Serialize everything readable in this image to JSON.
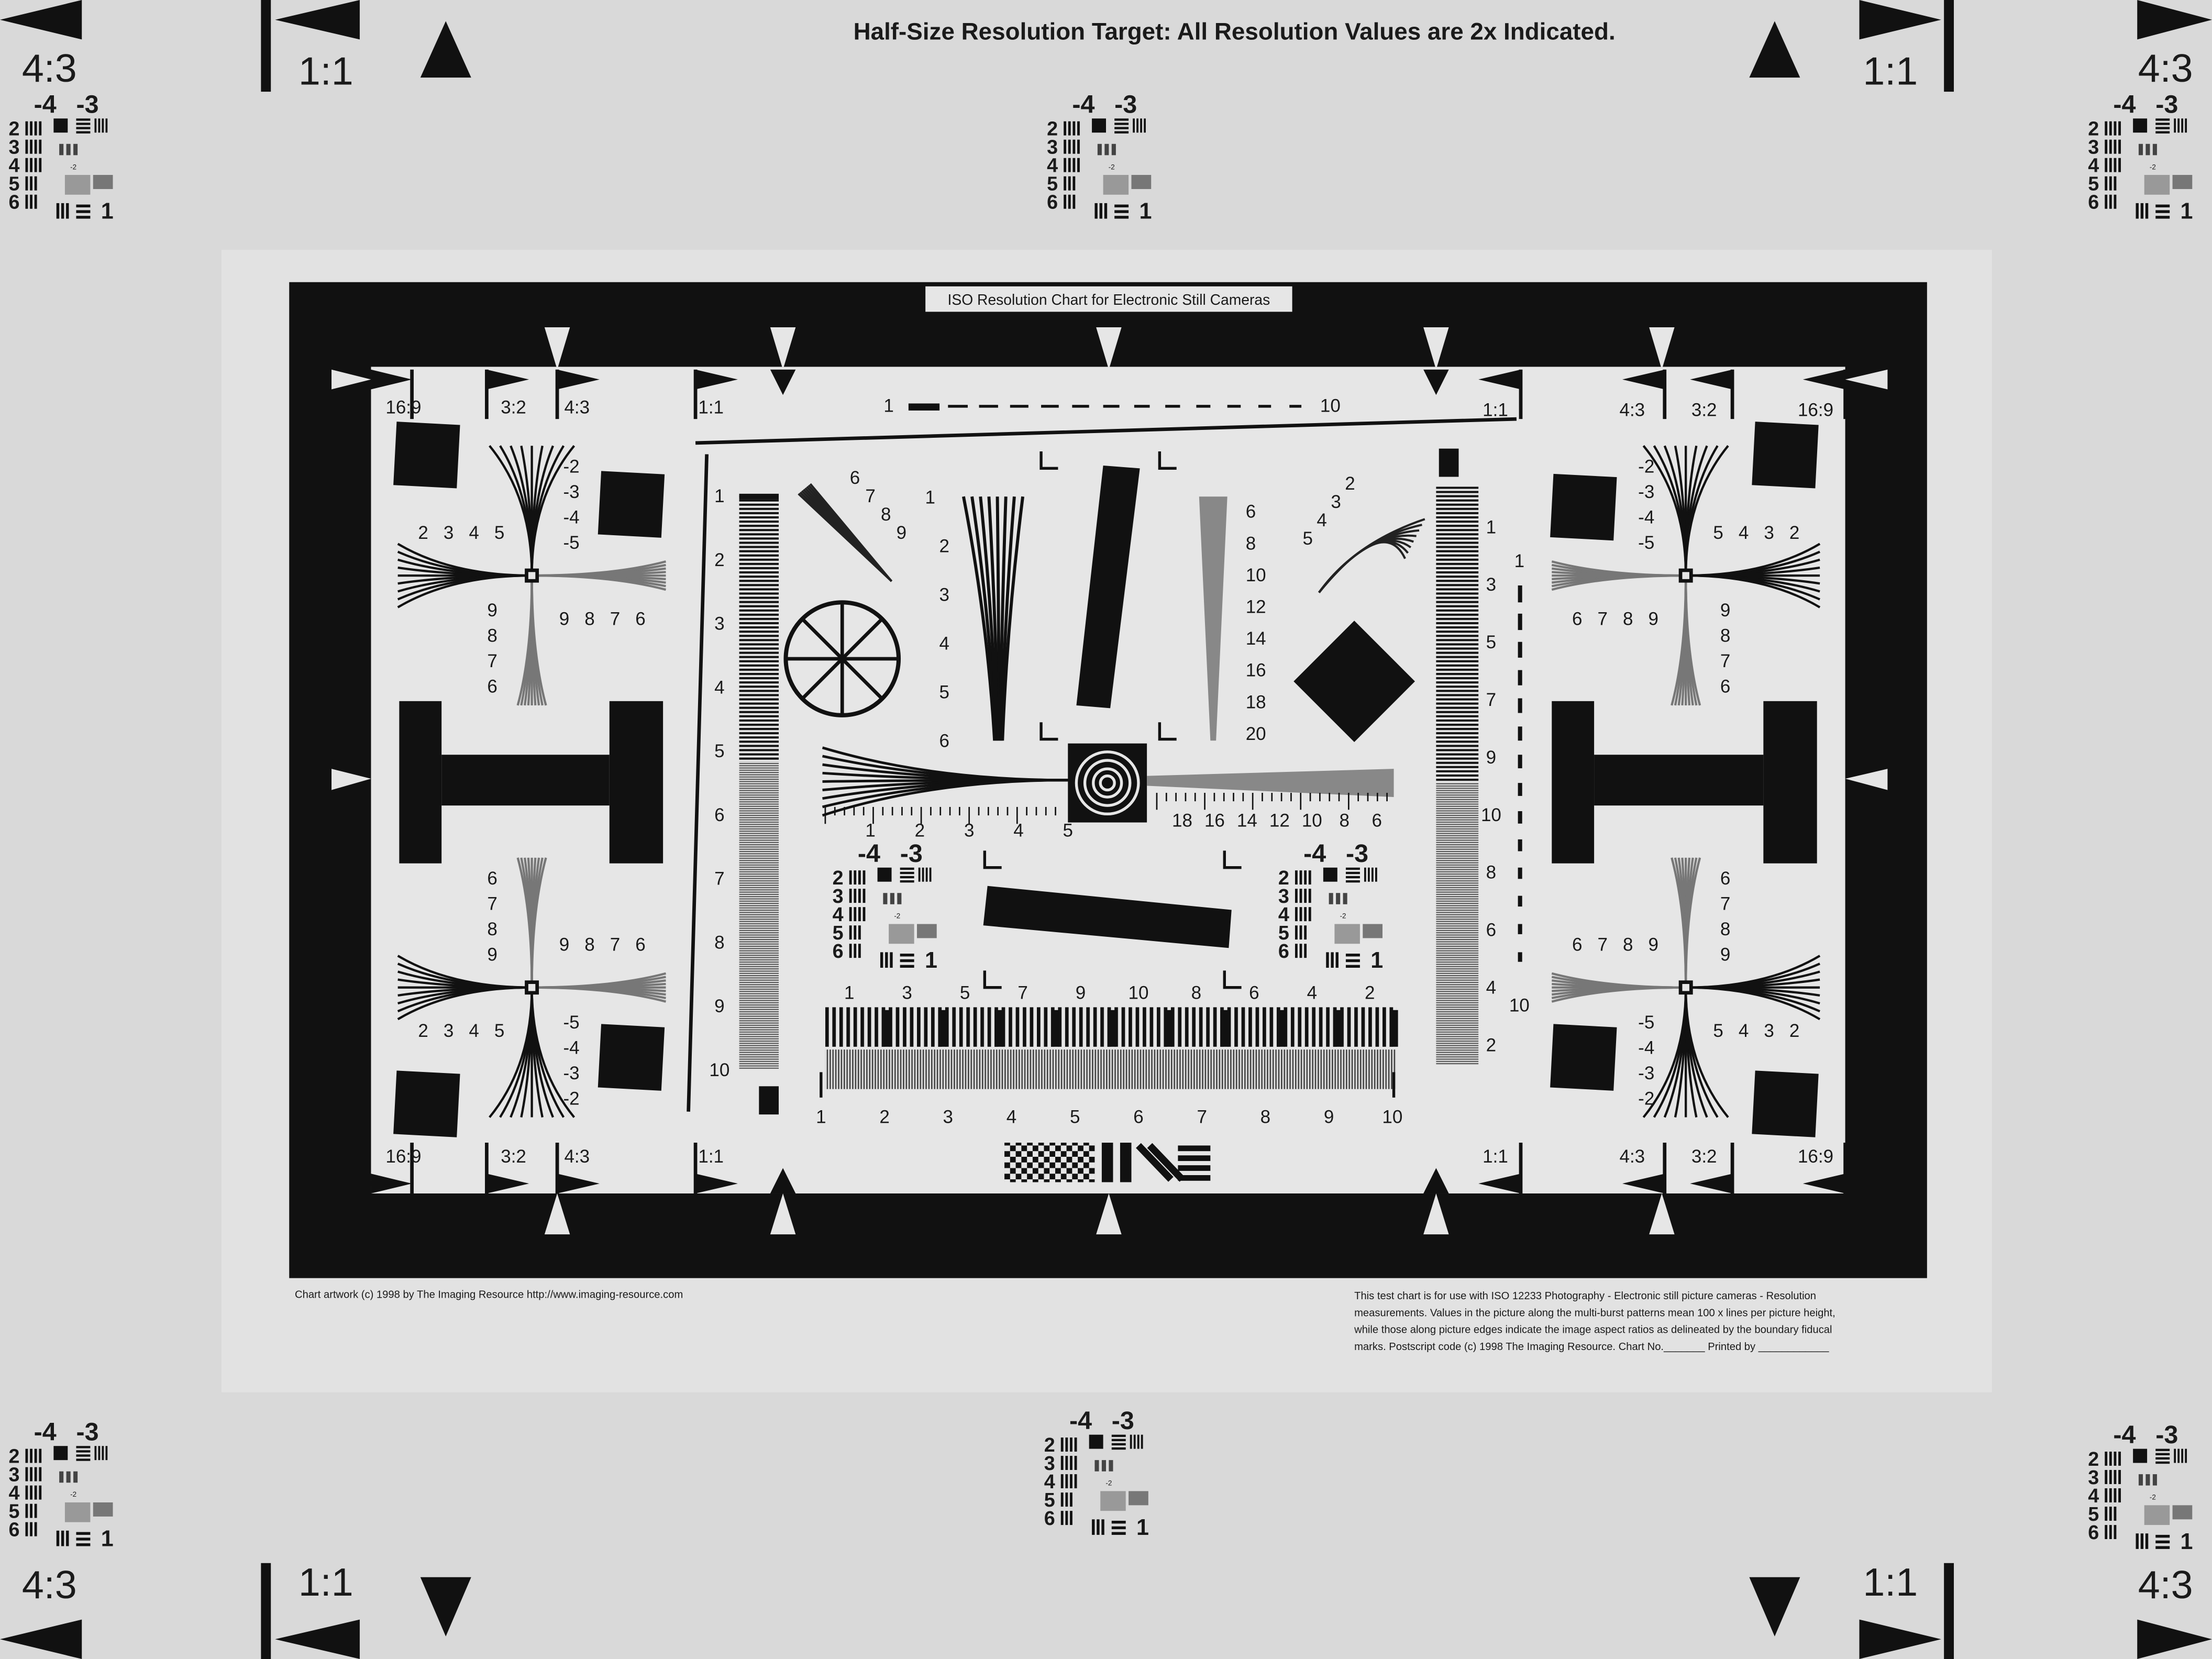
{
  "header": {
    "title": "Half-Size Resolution Target: All Resolution Values are 2x Indicated."
  },
  "corner_labels": {
    "aspect": "4:3",
    "square": "1:1"
  },
  "mini_target": {
    "top_left": "-4",
    "top_right": "-3",
    "rows": [
      "2",
      "3",
      "4",
      "5",
      "6"
    ],
    "bottom": "1",
    "small": "-2"
  },
  "chart": {
    "title": "ISO Resolution Chart for Electronic Still Cameras",
    "aspect_labels": [
      "16:9",
      "3:2",
      "4:3",
      "1:1"
    ],
    "top_scale": {
      "start": "1",
      "end": "10"
    },
    "left_scale": [
      "1",
      "2",
      "3",
      "4",
      "5",
      "6",
      "7",
      "8",
      "9",
      "10"
    ],
    "right_scale_inner": [
      "1",
      "3",
      "5",
      "7",
      "9",
      "10",
      "8",
      "6",
      "4",
      "2"
    ],
    "right_scale_outer": [
      "1",
      "10"
    ],
    "burst_top_labels": [
      "1",
      "3",
      "5",
      "7",
      "9",
      "10",
      "8",
      "6",
      "4",
      "2"
    ],
    "burst_bottom_labels": [
      "1",
      "2",
      "3",
      "4",
      "5",
      "6",
      "7",
      "8",
      "9",
      "10"
    ],
    "hyper_near": [
      "2",
      "3",
      "4",
      "5"
    ],
    "hyper_far": [
      "9",
      "8",
      "7",
      "6"
    ],
    "hyper_vert_near": [
      "-2",
      "-3",
      "-4",
      "-5"
    ],
    "hyper_vert_far": [
      "9",
      "8",
      "7",
      "6"
    ],
    "center_left_wedge": [
      "1",
      "2",
      "3",
      "4",
      "5",
      "6"
    ],
    "center_right_wedge": [
      "6",
      "8",
      "10",
      "12",
      "14",
      "16",
      "18",
      "20"
    ],
    "fan_left": [
      "6",
      "7",
      "8",
      "9"
    ],
    "fan_right": [
      "2",
      "3",
      "4",
      "5"
    ],
    "horiz_wedge_left": [
      "1",
      "2",
      "3",
      "4",
      "5"
    ],
    "horiz_wedge_right": [
      "18",
      "16",
      "14",
      "12",
      "10",
      "8",
      "6"
    ]
  },
  "footer": {
    "left": "Chart artwork (c) 1998 by The Imaging Resource http://www.imaging-resource.com",
    "right_lines": [
      "This test chart is for use with ISO 12233 Photography - Electronic still picture cameras - Resolution",
      "measurements. Values in the picture along the multi-burst patterns mean 100 x lines per picture height,",
      "while those along picture edges indicate the image aspect ratios as delineated by the boundary fiducal",
      "marks. Postscript code  (c) 1998 The Imaging Resource. Chart No._______ Printed by ____________"
    ]
  }
}
